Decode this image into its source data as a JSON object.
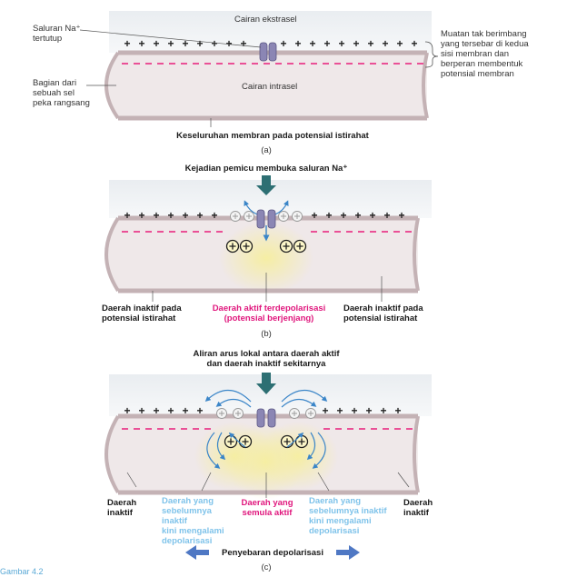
{
  "colors": {
    "membrane": "#c4b2b5",
    "cytoplasm": "#efe8e9",
    "extracellular": "#e7ebef",
    "negative_line": "#e91e7a",
    "channel": "#8b86b4",
    "active_zone": "#f6eea0",
    "current_arrow": "#3a85c8",
    "label_pink": "#e0177d",
    "label_blue": "#7fc3ea",
    "trigger_arrow": "#2d6f73"
  },
  "icons": {
    "sodium_channel": "na-channel-icon",
    "trigger": "arrow-down-icon",
    "spread": "double-arrow-icon"
  },
  "panel_a": {
    "label_channel": "Saluran Na⁺\ntertutup",
    "label_ecf": "Cairan ekstrasel",
    "label_icf": "Cairan intrasel",
    "label_cell_part": "Bagian dari\nsebuah sel\npeka rangsang",
    "label_charges": "Muatan tak berimbang\nyang tersebar di kedua\nsisi membran dan\nberperan membentuk\npotensial membran",
    "caption": "Keseluruhan membran pada potensial istirahat",
    "panel_letter": "(a)"
  },
  "panel_b": {
    "label_trigger": "Kejadian pemicu membuka saluran Na⁺",
    "label_left": "Daerah inaktif pada\npotensial istirahat",
    "label_active": "Daerah aktif terdepolarisasi\n(potensial berjenjang)",
    "label_right": "Daerah inaktif pada\npotensial istirahat",
    "panel_letter": "(b)"
  },
  "panel_c": {
    "label_current": "Aliran arus lokal antara daerah aktif\ndan daerah inaktif sekitarnya",
    "label_left_inactive": "Daerah\ninaktif",
    "label_left_prev": "Daerah yang\nsebelumnya inaktif\nkini mengalami\ndepolarisasi",
    "label_center": "Daerah yang\nsemula aktif",
    "label_right_prev": "Daerah yang\nsebelumnya inaktif\nkini mengalami\ndepolarisasi",
    "label_right_inactive": "Daerah\ninaktif",
    "spread_label": "Penyebaran depolarisasi",
    "panel_letter": "(c)"
  },
  "footer_partial": "Gambar 4.2"
}
